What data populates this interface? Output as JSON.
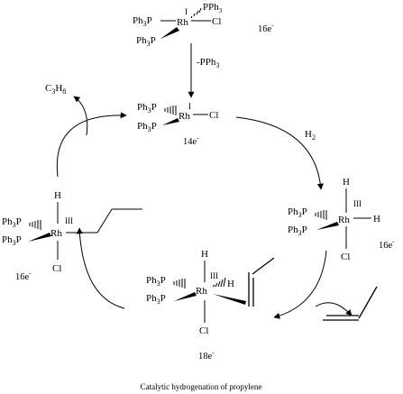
{
  "metal": "Rh",
  "ligands": {
    "pph3": "Ph",
    "p_sub": "3",
    "p": "P",
    "cl": "Cl",
    "h": "H",
    "pph3_top": "PPh"
  },
  "oxidation": {
    "rh_i": "I",
    "rh_iii": "III"
  },
  "electron_counts": {
    "top": "16e",
    "left": "14e",
    "right": "16e",
    "bottom": "18e",
    "far_left": "16e",
    "sup": "-"
  },
  "step_labels": {
    "minus_pph3": "-PPh",
    "minus_pph3_sub": "3",
    "h2": "H",
    "h2_sub": "2"
  },
  "product": {
    "c": "C",
    "c_sub": "3",
    "h": "H",
    "h_sub": "8"
  },
  "caption": "Catalytic hydrogenation of propylene"
}
